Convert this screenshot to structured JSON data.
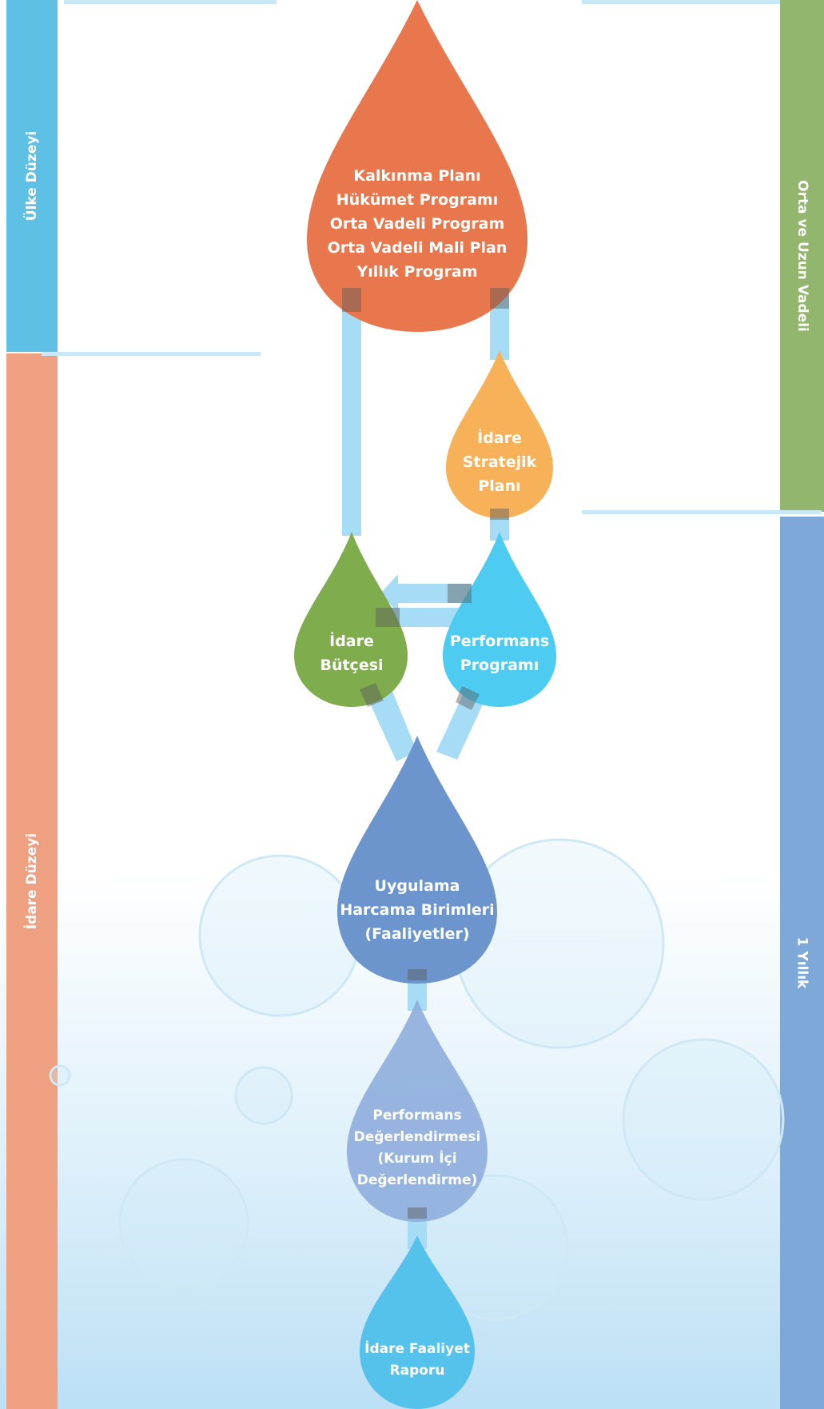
{
  "side_labels": {
    "ulke": "Ülke Düzeyi",
    "idare": "İdare Düzeyi",
    "orta": "Orta ve Uzun Vadeli",
    "yillik": "1 Yıllık"
  },
  "drops": {
    "kalkinma": [
      "Kalkınma Planı",
      "Hükümet Programı",
      "Orta Vadeli Program",
      "Orta Vadeli Mali Plan",
      "Yıllık Program"
    ],
    "stratejik": [
      "İdare",
      "Stratejik",
      "Planı"
    ],
    "butce": [
      "İdare",
      "Bütçesi"
    ],
    "performans": [
      "Performans",
      "Programı"
    ],
    "uygulama": [
      "Uygulama",
      "Harcama Birimleri",
      "(Faaliyetler)"
    ],
    "degerlendirme": [
      "Performans",
      "Değerlendirmesi",
      "(Kurum İçi",
      "Değerlendirme)"
    ],
    "rapor": [
      "İdare Faaliyet",
      "Raporu"
    ]
  },
  "colors": {
    "ulke_bar": "#5fc0e6",
    "idare_bar": "#eea080",
    "orta_bar": "#93b66e",
    "yillik_bar": "#7ea8d8",
    "kalkinma": "#e8774d",
    "stratejik": "#f6b159",
    "butce": "#7fac4d",
    "performans": "#4dcbf0",
    "uygulama": "#6b95cc",
    "degerlendirme": "#8fafdc",
    "rapor": "#55c2ec",
    "pipe": "#a7dcf6"
  }
}
